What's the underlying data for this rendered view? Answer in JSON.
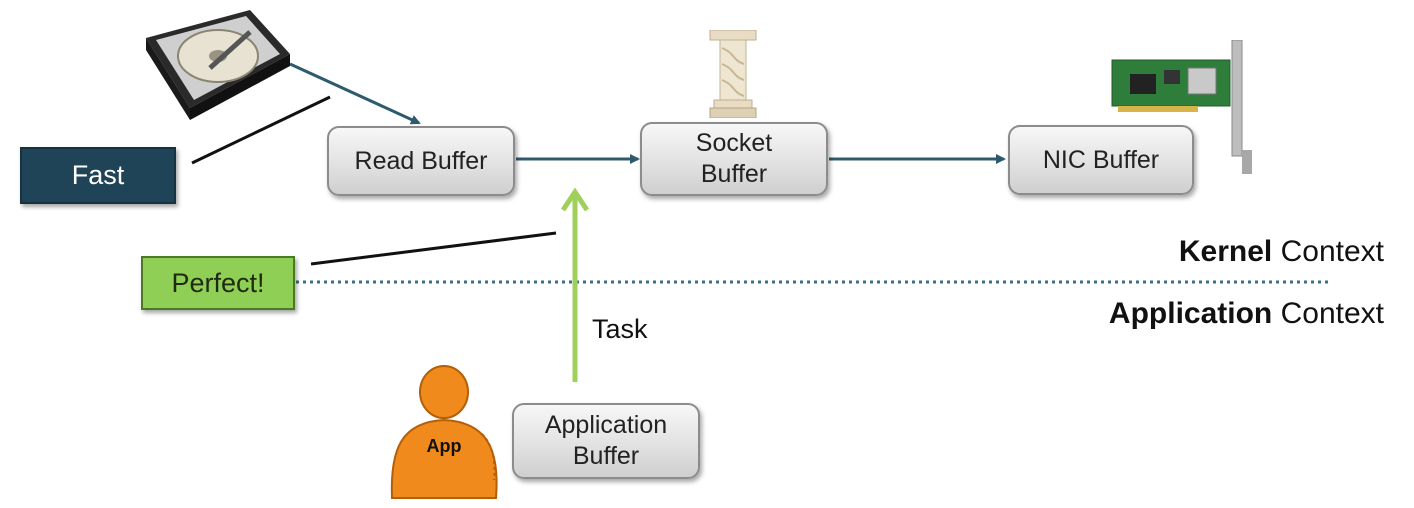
{
  "buffers": {
    "read": "Read Buffer",
    "socket_line1": "Socket",
    "socket_line2": "Buffer",
    "nic": "NIC Buffer",
    "application_line1": "Application",
    "application_line2": "Buffer"
  },
  "callouts": {
    "fast": "Fast",
    "perfect": "Perfect!"
  },
  "contexts": {
    "kernel_bold": "Kernel",
    "kernel_rest": " Context",
    "application_bold": "Application",
    "application_rest": " Context"
  },
  "task_label": "Task",
  "app_label": "App",
  "colors": {
    "data_arrow": "#2e5a6e",
    "task_arrow": "#9ed05a",
    "divider": "#3a6e86",
    "fast_fill": "#1f4457",
    "perfect_fill": "#8fcf55",
    "app_figure": "#f08a1c"
  },
  "icons": [
    "hard-disk-icon",
    "pillar-icon",
    "network-card-icon",
    "person-icon"
  ]
}
